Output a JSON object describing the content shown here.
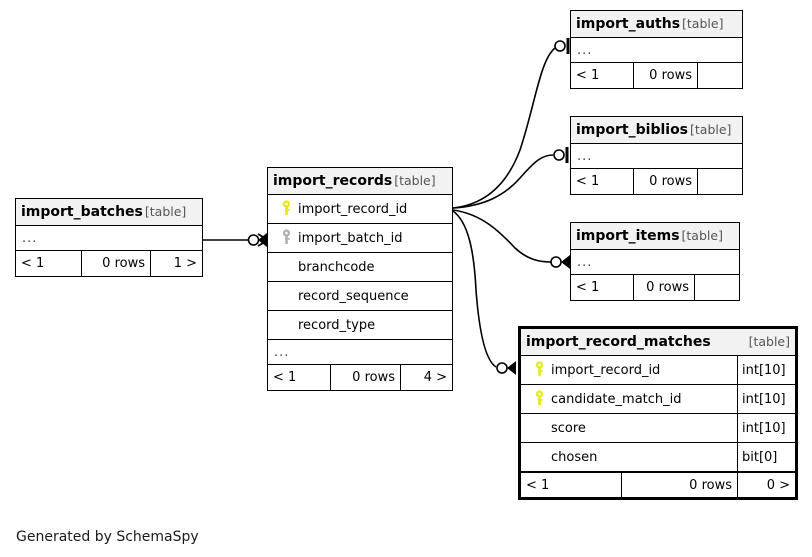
{
  "diagram": {
    "type": "entity-relationship-diagram",
    "generator_credit": "Generated by SchemaSpy",
    "table_tag": "[table]",
    "ellipsis": "...",
    "colors": {
      "primary_key_icon": "#e8e81c",
      "foreign_key_icon": "#b0b0b0",
      "header_background": "#f2f2f2",
      "border": "#000000",
      "canvas": "#ffffff"
    }
  },
  "tables": [
    {
      "id": "import_batches",
      "name": "import_batches",
      "tag": "[table]",
      "focal": false,
      "has_ellipsis_row": true,
      "columns": [],
      "footer": {
        "left": "< 1",
        "middle": "0 rows",
        "right": "1 >"
      }
    },
    {
      "id": "import_records",
      "name": "import_records",
      "tag": "[table]",
      "focal": false,
      "has_ellipsis_row": true,
      "columns": [
        {
          "name": "import_record_id",
          "key": "primary",
          "type": ""
        },
        {
          "name": "import_batch_id",
          "key": "foreign",
          "type": ""
        },
        {
          "name": "branchcode",
          "key": "none",
          "type": ""
        },
        {
          "name": "record_sequence",
          "key": "none",
          "type": ""
        },
        {
          "name": "record_type",
          "key": "none",
          "type": ""
        }
      ],
      "footer": {
        "left": "< 1",
        "middle": "0 rows",
        "right": "4 >"
      }
    },
    {
      "id": "import_auths",
      "name": "import_auths",
      "tag": "[table]",
      "focal": false,
      "has_ellipsis_row": true,
      "columns": [],
      "footer": {
        "left": "< 1",
        "middle": "0 rows",
        "right": ""
      }
    },
    {
      "id": "import_biblios",
      "name": "import_biblios",
      "tag": "[table]",
      "focal": false,
      "has_ellipsis_row": true,
      "columns": [],
      "footer": {
        "left": "< 1",
        "middle": "0 rows",
        "right": ""
      }
    },
    {
      "id": "import_items",
      "name": "import_items",
      "tag": "[table]",
      "focal": false,
      "has_ellipsis_row": true,
      "columns": [],
      "footer": {
        "left": "< 1",
        "middle": "0 rows",
        "right": ""
      }
    },
    {
      "id": "import_record_matches",
      "name": "import_record_matches",
      "tag": "[table]",
      "focal": true,
      "has_ellipsis_row": false,
      "columns": [
        {
          "name": "import_record_id",
          "key": "primary",
          "type": "int[10]"
        },
        {
          "name": "candidate_match_id",
          "key": "primary",
          "type": "int[10]"
        },
        {
          "name": "score",
          "key": "none",
          "type": "int[10]"
        },
        {
          "name": "chosen",
          "key": "none",
          "type": "bit[0]"
        }
      ],
      "footer": {
        "left": "< 1",
        "middle": "0 rows",
        "right": "0 >"
      }
    }
  ],
  "relationships": [
    {
      "from": "import_batches",
      "to": "import_records",
      "end_style": "crowsfoot"
    },
    {
      "from": "import_records",
      "to": "import_auths",
      "end_style": "one"
    },
    {
      "from": "import_records",
      "to": "import_biblios",
      "end_style": "one"
    },
    {
      "from": "import_records",
      "to": "import_items",
      "end_style": "crowsfoot"
    },
    {
      "from": "import_records",
      "to": "import_record_matches",
      "end_style": "crowsfoot"
    }
  ]
}
